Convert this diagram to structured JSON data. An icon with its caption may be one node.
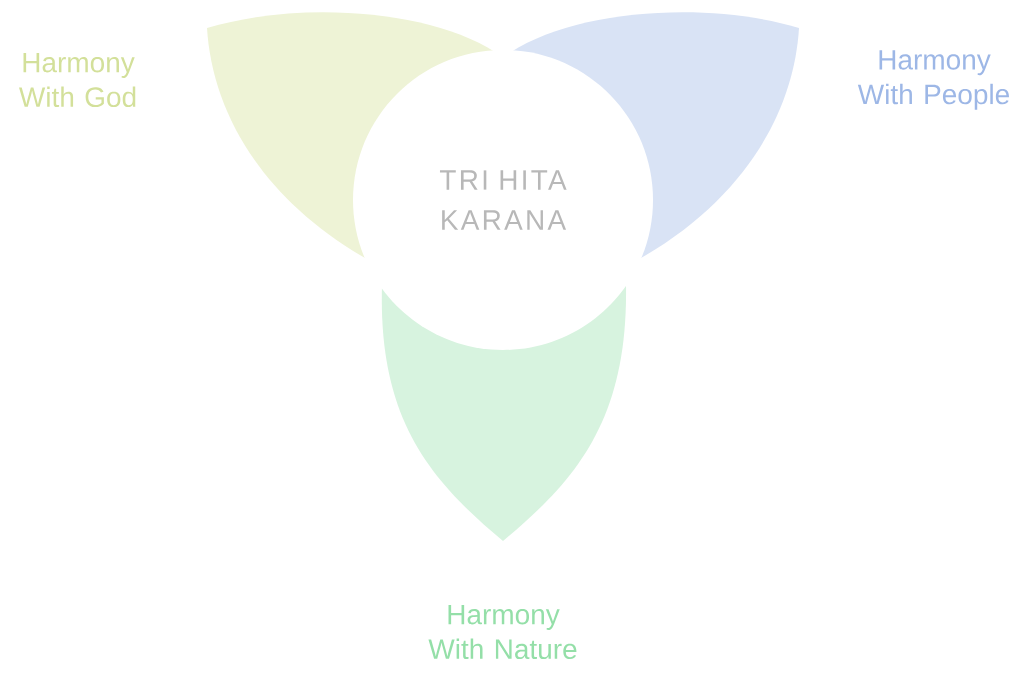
{
  "diagram": {
    "nodes": [
      {
        "text": [
          "TRI HITA KARANA"
        ]
      },
      {
        "text": [
          "Harmony With God"
        ]
      },
      {
        "text": [
          "Harmony With People"
        ]
      },
      {
        "text": [
          "Harmony With Nature"
        ]
      }
    ]
  }
}
